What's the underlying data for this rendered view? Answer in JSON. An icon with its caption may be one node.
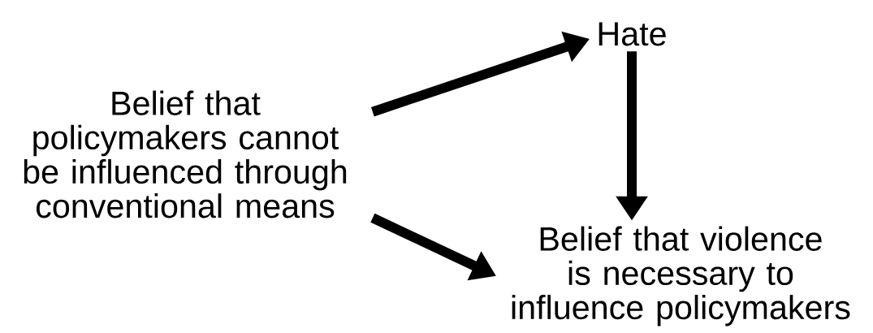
{
  "diagram": {
    "nodes": [
      {
        "text": [
          "Belief that policymakers cannot be influenced through conventional means"
        ]
      },
      {
        "text": [
          "Hate"
        ]
      },
      {
        "text": [
          "Belief that violence is necessary to influence policymakers"
        ]
      }
    ],
    "edges": [
      {
        "from": 0,
        "to": 1,
        "arrow": "to"
      },
      {
        "from": 1,
        "to": 2,
        "arrow": "to"
      },
      {
        "from": 0,
        "to": 2,
        "arrow": "to"
      }
    ]
  }
}
